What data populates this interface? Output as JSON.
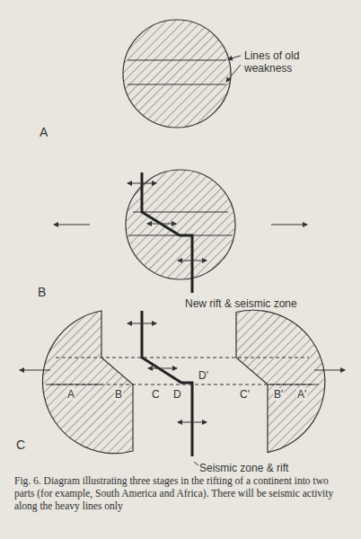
{
  "diagram": {
    "caption": "Fig. 6. Diagram illustrating three stages in the rifting of a continent into two parts (for example, South America and Africa). There will be seismic activity along the heavy lines only",
    "labels": [
      "Lines of old weakness",
      "A",
      "B",
      "New rift & seismic zone",
      "C",
      "A",
      "B",
      "C",
      "D",
      "D'",
      "C'",
      "B'",
      "A'",
      "Seismic zone & rift"
    ]
  }
}
